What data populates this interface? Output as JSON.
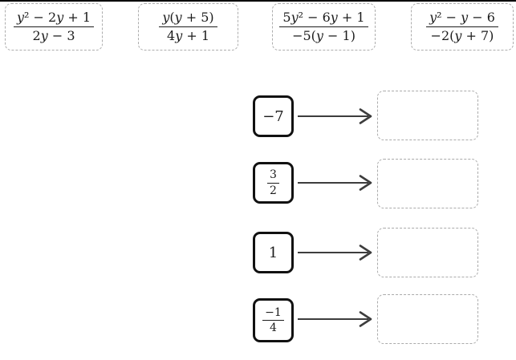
{
  "colors": {
    "background": "#ffffff",
    "top_line": "#000000",
    "tile_border": "#adadad",
    "card_border": "#111111",
    "dropzone_border": "#ababab",
    "arrow": "#3d3d3d",
    "text": "#1c1c1c"
  },
  "expression_bank": {
    "tiles": [
      {
        "numerator": "y² − 2y + 1",
        "denominator": "2y − 3"
      },
      {
        "numerator": "y(y + 5)",
        "denominator": "4y + 1"
      },
      {
        "numerator": "5y² − 6y + 1",
        "denominator": "−5(y − 1)"
      },
      {
        "numerator": "y² − y − 6",
        "denominator": "−2(y + 7)"
      }
    ]
  },
  "rows": [
    {
      "card": {
        "type": "plain",
        "value": "−7"
      },
      "dropzone": {
        "value": ""
      }
    },
    {
      "card": {
        "type": "fraction",
        "numerator": "3",
        "denominator": "2"
      },
      "dropzone": {
        "value": ""
      }
    },
    {
      "card": {
        "type": "plain",
        "value": "1"
      },
      "dropzone": {
        "value": ""
      }
    },
    {
      "card": {
        "type": "fraction",
        "numerator": "−1",
        "denominator": "4"
      },
      "dropzone": {
        "value": ""
      }
    }
  ]
}
